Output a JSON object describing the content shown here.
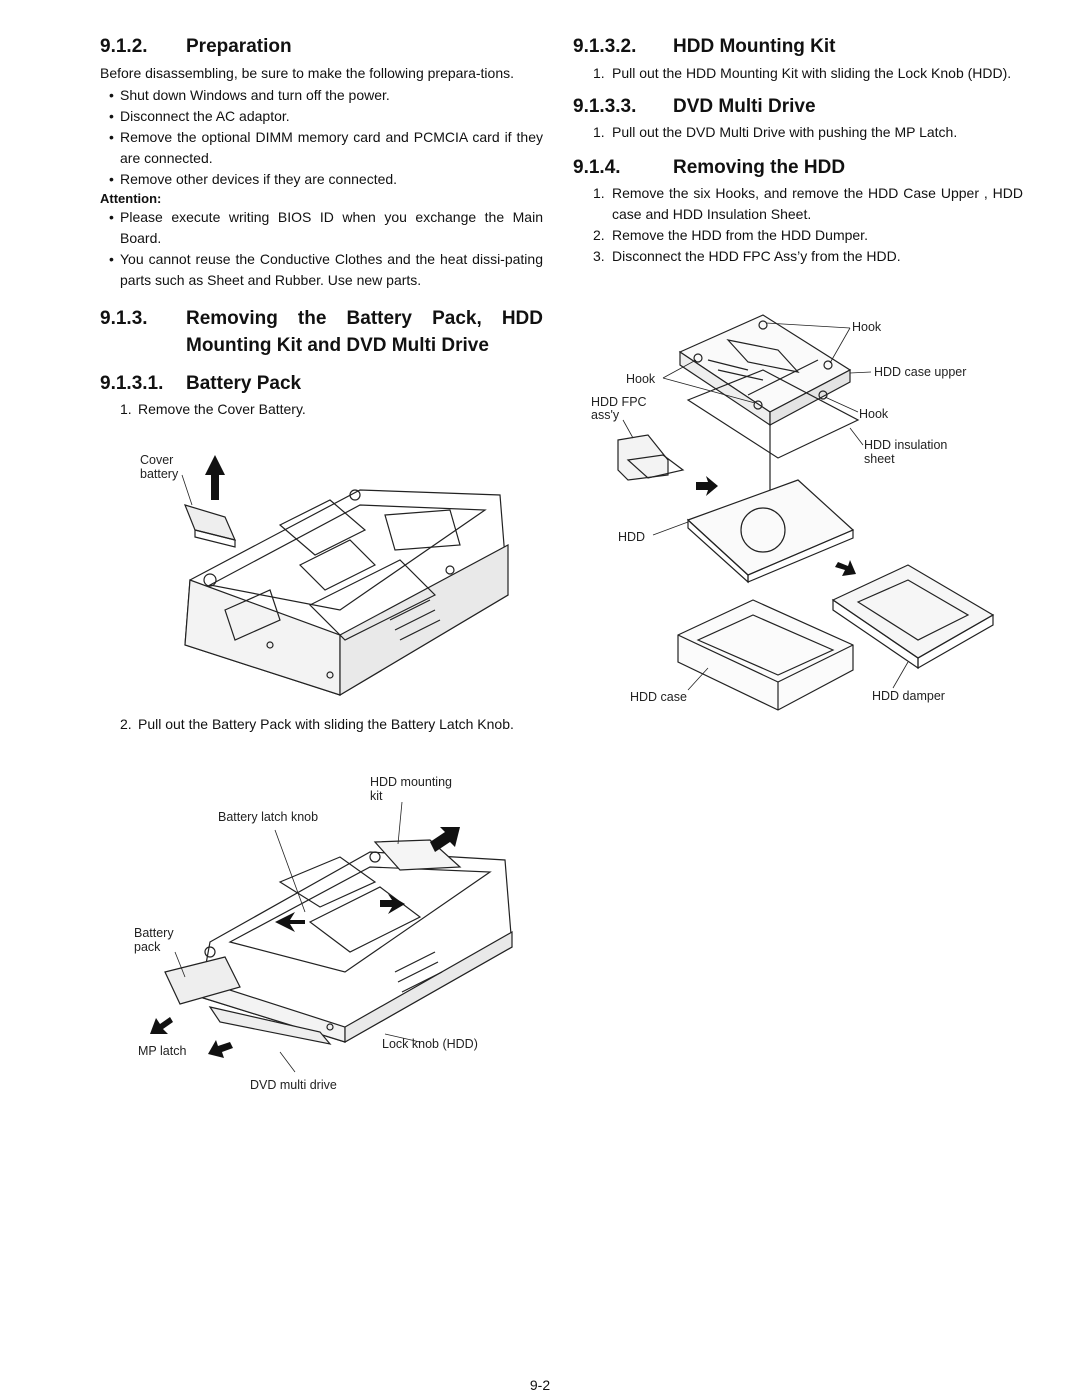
{
  "preparation": {
    "num": "9.1.2.",
    "title": "Preparation",
    "intro": "Before disassembling, be sure to make the following prepara-tions.",
    "bullets": [
      "Shut down Windows and turn off the power.",
      "Disconnect the AC adaptor.",
      "Remove the optional DIMM memory card and PCMCIA card if they are connected.",
      "Remove other devices if they are connected."
    ],
    "attention_label": "Attention:",
    "attention_bullets": [
      "Please execute writing BIOS ID when you exchange the Main Board.",
      "You cannot reuse the Conductive Clothes and the heat dissi-pating parts such as Sheet and Rubber. Use new parts."
    ]
  },
  "removing_battery": {
    "num": "9.1.3.",
    "title": "Removing the Battery Pack, HDD Mounting Kit and DVD Multi Drive"
  },
  "battery_pack": {
    "num": "9.1.3.1.",
    "title": "Battery Pack",
    "step1": "Remove the Cover Battery.",
    "step2": "Pull out the Battery Pack with sliding the Battery Latch Knob."
  },
  "hdd_mounting": {
    "num": "9.1.3.2.",
    "title": "HDD Mounting Kit",
    "step1": "Pull out the HDD Mounting Kit with sliding the Lock Knob (HDD)."
  },
  "dvd": {
    "num": "9.1.3.3.",
    "title": "DVD Multi Drive",
    "step1": "Pull out the DVD Multi Drive with pushing the MP Latch."
  },
  "removing_hdd": {
    "num": "9.1.4.",
    "title": "Removing the HDD",
    "steps": [
      "Remove the six Hooks, and remove the HDD Case Upper , HDD case and HDD Insulation Sheet.",
      "Remove the HDD from the HDD Dumper.",
      "Disconnect the HDD FPC Ass’y from the HDD."
    ]
  },
  "figure1_labels": {
    "cover_battery_1": "Cover",
    "cover_battery_2": "battery"
  },
  "figure2_labels": {
    "hdd_mounting_1": "HDD mounting",
    "hdd_mounting_2": "kit",
    "battery_latch": "Battery latch knob",
    "battery_pack_1": "Battery",
    "battery_pack_2": "pack",
    "mp_latch": "MP latch",
    "lock_knob": "Lock knob (HDD)",
    "dvd_multi": "DVD multi drive"
  },
  "figure3_labels": {
    "hook_top": "Hook",
    "hook_left": "Hook",
    "hdd_case_upper": "HDD case upper",
    "hdd_fpc_1": "HDD FPC",
    "hdd_fpc_2": "ass'y",
    "hook_right": "Hook",
    "hdd_insulation_1": "HDD insulation",
    "hdd_insulation_2": "sheet",
    "hdd": "HDD",
    "hdd_case": "HDD case",
    "hdd_damper": "HDD damper"
  },
  "page_number": "9-2"
}
